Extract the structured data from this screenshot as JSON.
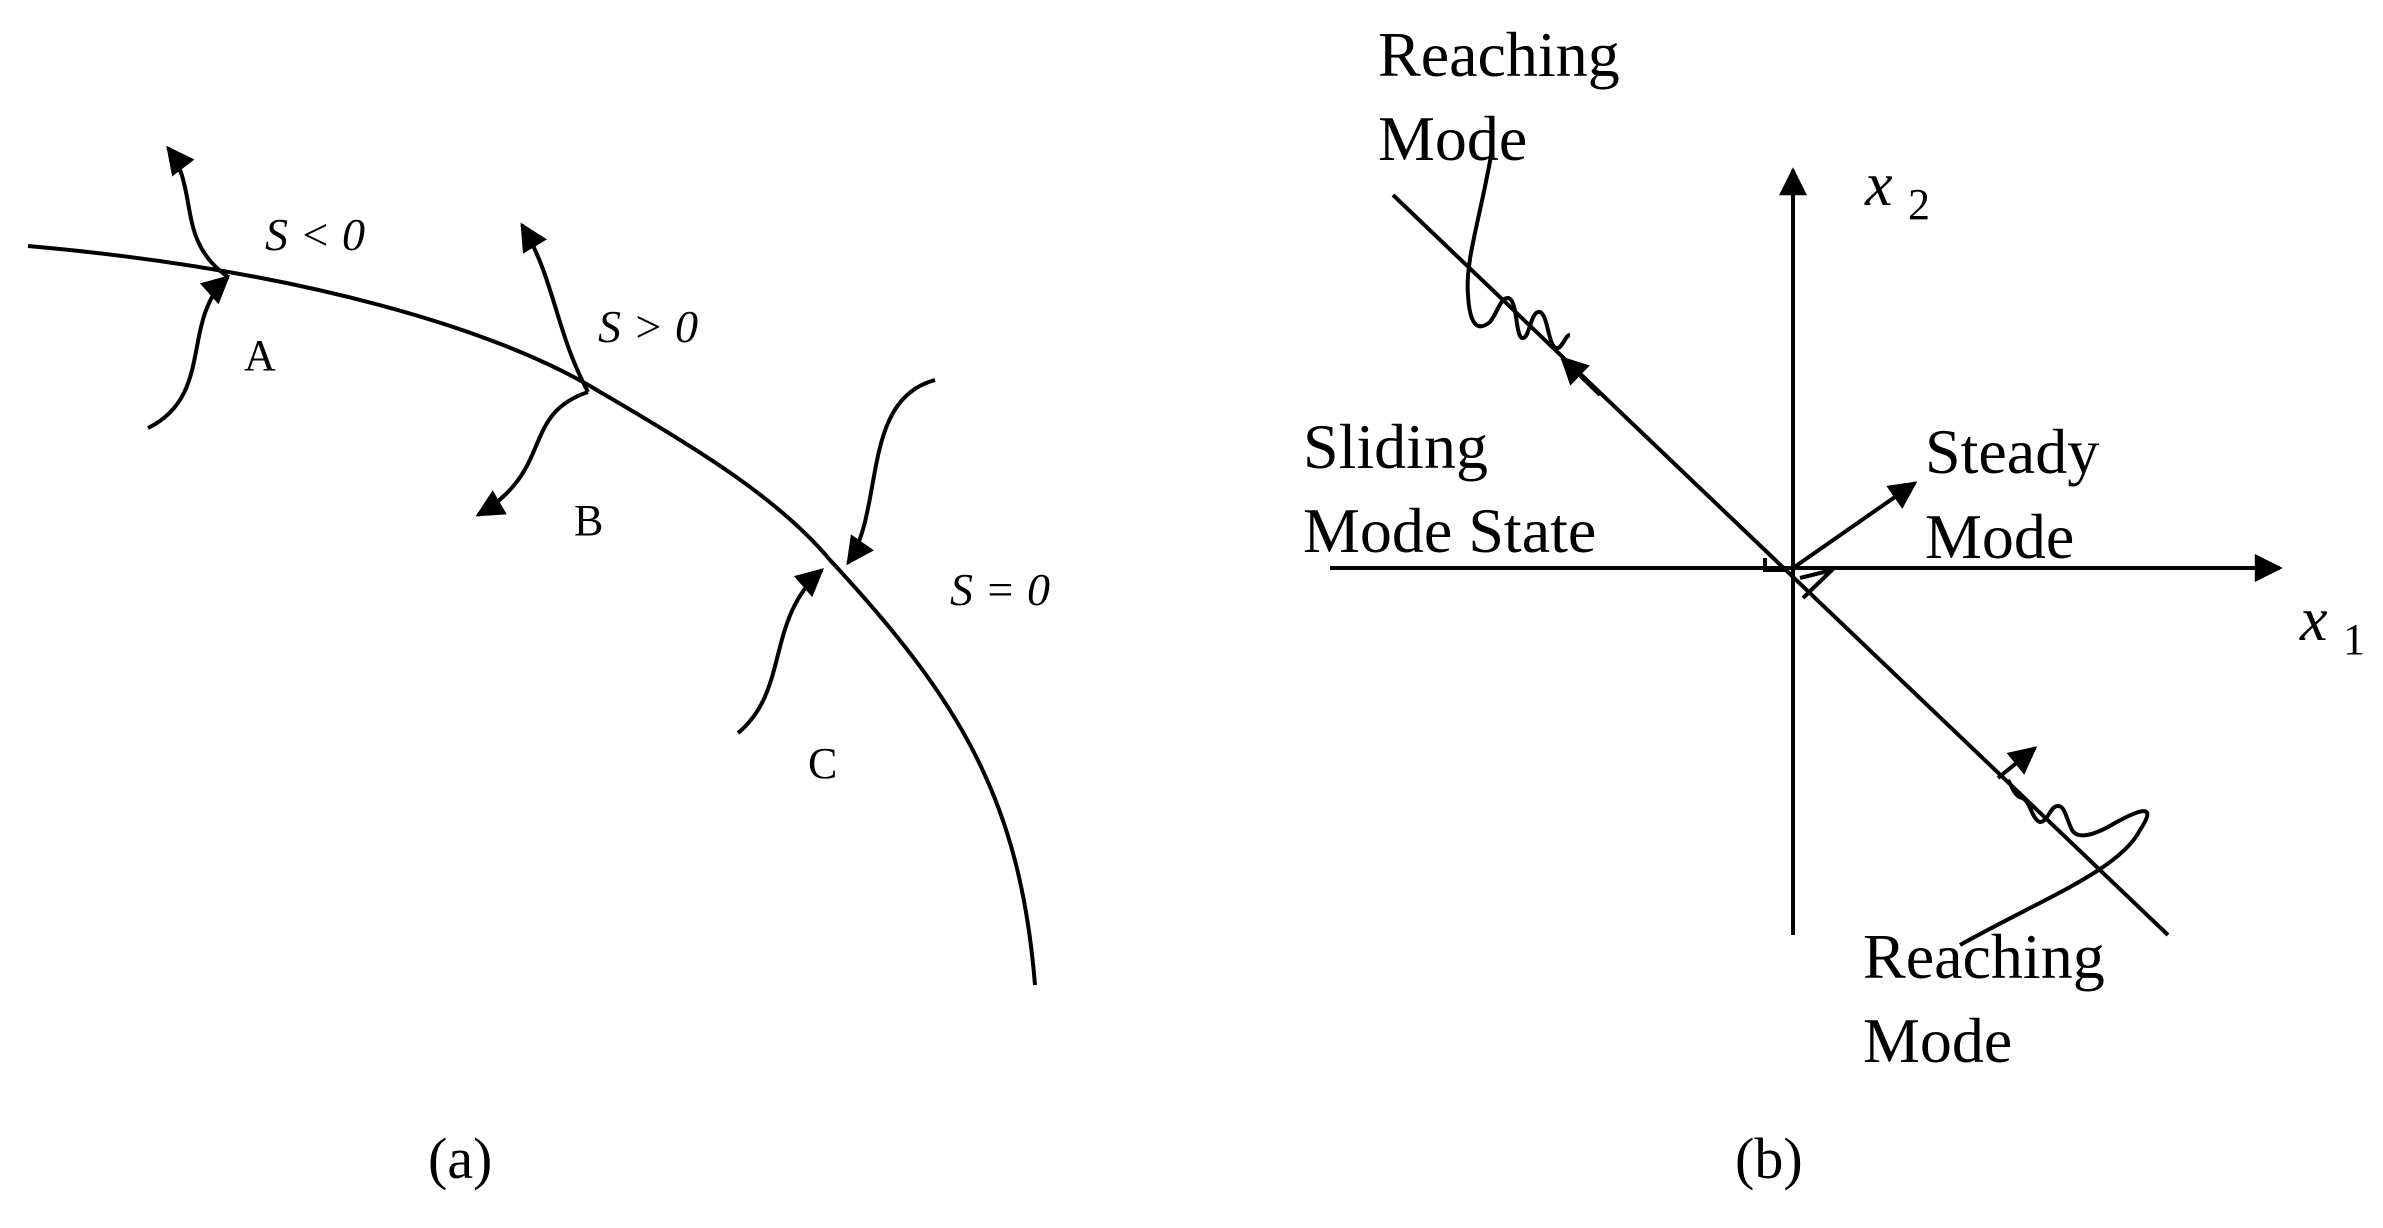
{
  "panel_a": {
    "caption": "(a)",
    "surface_label": "S = 0",
    "region_neg": "S < 0",
    "region_pos": "S > 0",
    "point_a": "A",
    "point_b": "B",
    "point_c": "C"
  },
  "panel_b": {
    "caption": "(b)",
    "x1_label": "x",
    "x1_sub": "1",
    "x2_label": "x",
    "x2_sub": "2",
    "reaching_top_line1": "Reaching",
    "reaching_top_line2": "Mode",
    "reaching_bottom_line1": "Reaching",
    "reaching_bottom_line2": "Mode",
    "sliding_line1": "Sliding",
    "sliding_line2": "Mode State",
    "steady_line1": "Steady",
    "steady_line2": "Mode"
  }
}
